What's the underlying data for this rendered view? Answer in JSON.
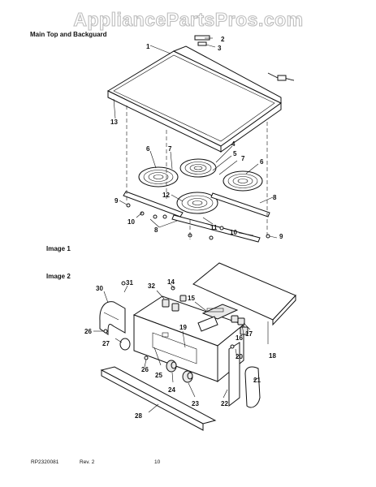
{
  "watermark": "AppliancePartsPros.com",
  "header_title": "Main Top and Backguard",
  "sections": {
    "image1": "Image 1",
    "image2": "Image 2"
  },
  "callouts": {
    "c1": "1",
    "c2": "2",
    "c3": "3",
    "c4": "4",
    "c5": "5",
    "c6a": "6",
    "c6b": "6",
    "c7a": "7",
    "c7b": "7",
    "c8a": "8",
    "c8b": "8",
    "c9a": "9",
    "c9b": "9",
    "c10a": "10",
    "c10b": "10",
    "c11": "11",
    "c12": "12",
    "c13": "13",
    "c14": "14",
    "c15": "15",
    "c16": "16",
    "c17": "17",
    "c18": "18",
    "c19": "19",
    "c20": "20",
    "c21": "21",
    "c22": "22",
    "c23": "23",
    "c24": "24",
    "c25": "25",
    "c26": "26",
    "c26b": "26",
    "c27": "27",
    "c28": "28",
    "c30": "30",
    "c31": "31",
    "c32": "32"
  },
  "footer": {
    "doc_number": "RP2320081",
    "revision": "Rev. 2",
    "page": "10"
  }
}
